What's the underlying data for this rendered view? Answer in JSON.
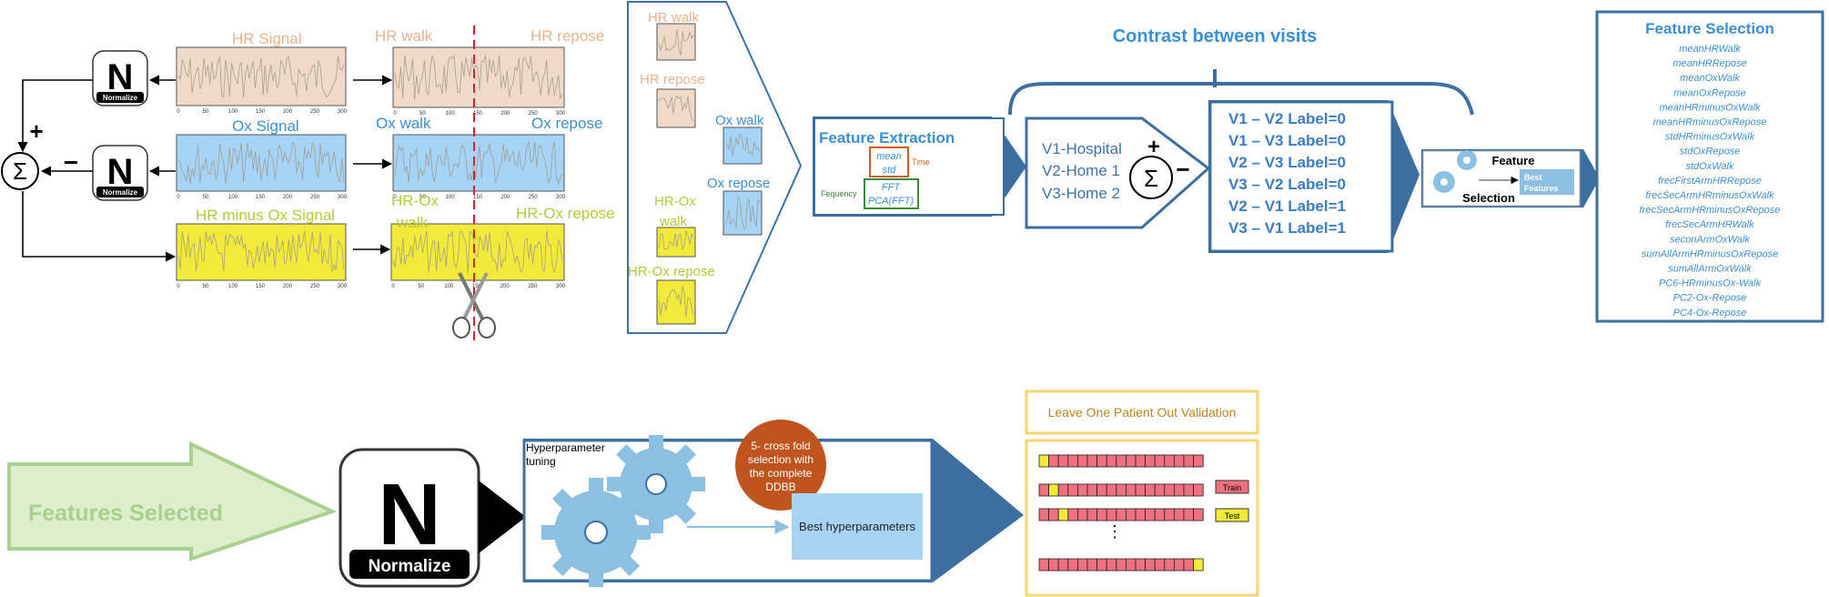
{
  "signals": {
    "hr_signal": "HR Signal",
    "hr_walk": "HR walk",
    "hr_repose": "HR repose",
    "ox_signal": "Ox Signal",
    "ox_walk": "Ox walk",
    "ox_repose": "Ox repose",
    "hr_minus_ox_signal": "HR minus Ox Signal",
    "hr_ox_walk_1": "HR-Ox",
    "hr_ox_walk_2": "walk",
    "hr_ox_repose": "HR-Ox repose",
    "x_ticks": [
      "0",
      "50",
      "100",
      "150",
      "200",
      "250",
      "300"
    ],
    "colors": {
      "hr": "#f0d9c6",
      "ox": "#a6d4f7",
      "hrox": "#f2ea3a"
    }
  },
  "normalize": {
    "letter": "N",
    "label": "Normalize",
    "sum_symbol": "Σ",
    "plus": "+",
    "minus": "−"
  },
  "thumbnails": {
    "hr_walk": "HR walk",
    "hr_repose": "HR repose",
    "ox_walk": "Ox walk",
    "ox_repose": "Ox repose",
    "hr_ox_walk_1": "HR-Ox",
    "hr_ox_walk_2": "walk",
    "hr_ox_repose": "HR-Ox repose"
  },
  "feature_extraction": {
    "title": "Feature Extraction",
    "mean": "mean",
    "std": "std",
    "time": "Time",
    "fft": "FFT",
    "pca": "PCA(FFT)",
    "frequency": "Fequency"
  },
  "contrast": {
    "title": "Contrast between visits",
    "visits": [
      "V1-Hospital",
      "V2-Home 1",
      "V3-Home 2"
    ],
    "labels": [
      "V1 – V2 Label=0",
      "V1 – V3 Label=0",
      "V2 – V3 Label=0",
      "V3 – V2 Label=0",
      "V2 – V1 Label=1",
      "V3 – V1 Label=1"
    ]
  },
  "feature_selection_box": {
    "feature": "Feature",
    "selection": "Selection",
    "best_1": "Best",
    "best_2": "Features"
  },
  "feature_selection_list": {
    "title": "Feature Selection",
    "items": [
      "meanHRWalk",
      "meanHRRepose",
      "meanOxWalk",
      "meanOxRepose",
      "meanHRminusOxWalk",
      "meanHRminusOxRepose",
      "stdHRminusOxWalk",
      "stdOxRepose",
      "stdOxWalk",
      "frecFirstArmHRRepose",
      "frecSecArmHRminusOxWalk",
      "frecSecArmHRminusOxRepose",
      "frecSecArmHRWalk",
      "seconArmOxWalk",
      "sumAllArmHRminusOxRepose",
      "sumAllArmOxWalk",
      "PC6-HRminusOx-Walk",
      "PC2-Ox-Repose",
      "PC4-Ox-Repose"
    ]
  },
  "bottom": {
    "features_selected": "Features Selected",
    "normalize_letter": "N",
    "normalize_label": "Normalize",
    "hyper_1": "Hyperparameter",
    "hyper_2": "tuning",
    "cv": [
      "5- cross fold",
      "selection with",
      "the complete",
      "DDBB"
    ],
    "best_hyper": "Best hyperparameters",
    "lopo_title": "Leave One Patient Out Validation",
    "train": "Train",
    "test": "Test",
    "dots": "⋮"
  }
}
